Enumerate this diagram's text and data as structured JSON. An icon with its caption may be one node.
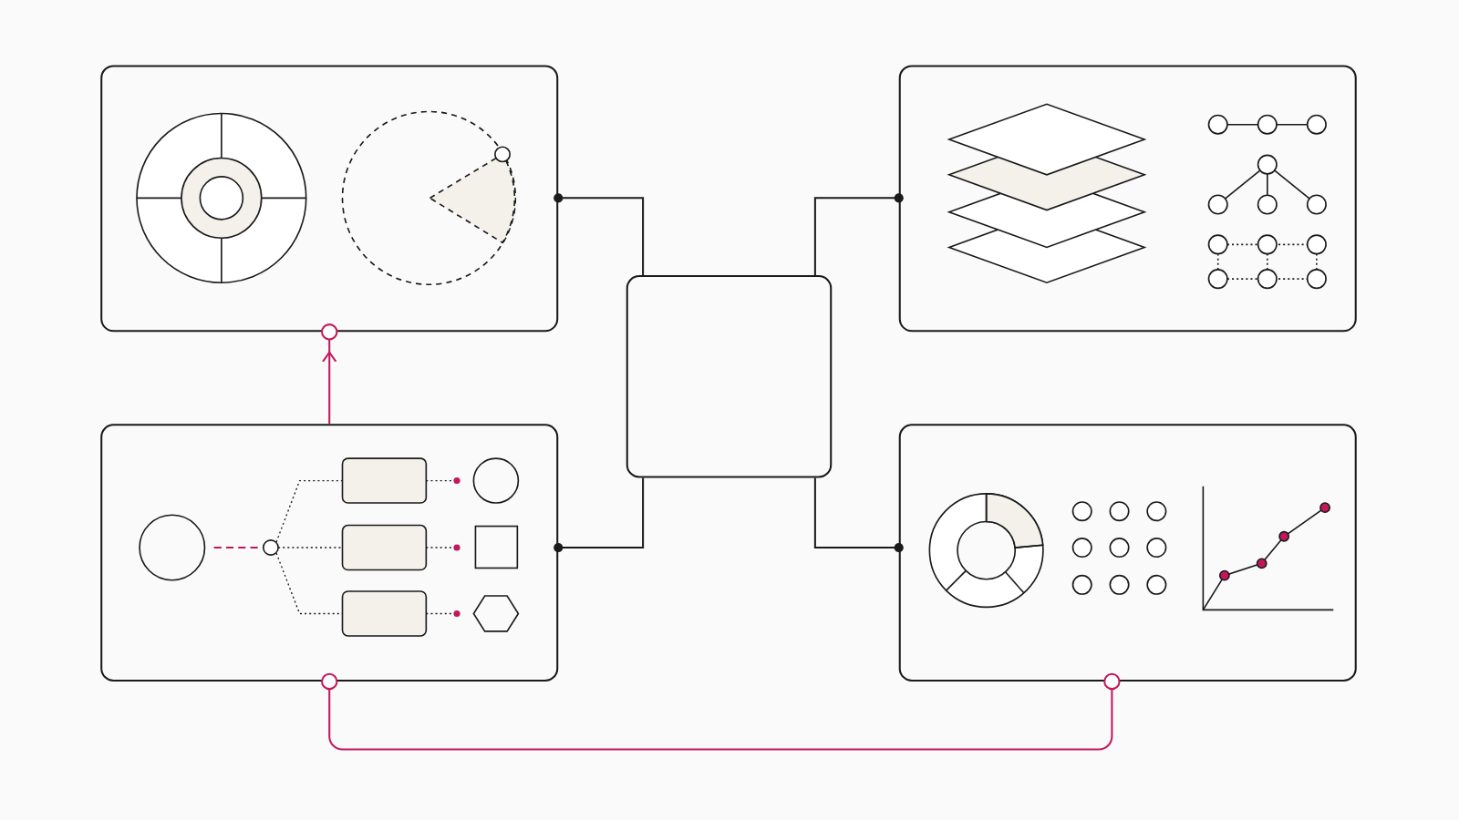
{
  "diagram": {
    "nodes": [
      {
        "text": [],
        "shape": "box"
      },
      {
        "text": [],
        "shape": "box"
      },
      {
        "text": [],
        "shape": "box"
      },
      {
        "text": [],
        "shape": "box"
      },
      {
        "text": [],
        "shape": "box"
      }
    ],
    "edges": [
      {
        "from": 2,
        "to": 0,
        "arrow": "other"
      },
      {
        "from": 2,
        "to": 1,
        "arrow": "other"
      },
      {
        "from": 2,
        "to": 3,
        "arrow": "other"
      },
      {
        "from": 2,
        "to": 4,
        "arrow": "other"
      },
      {
        "from": 3,
        "to": 0,
        "arrow": "to",
        "color": "#c2185b"
      },
      {
        "from": 3,
        "to": 4,
        "arrow": "other",
        "color": "#c2185b"
      }
    ]
  }
}
